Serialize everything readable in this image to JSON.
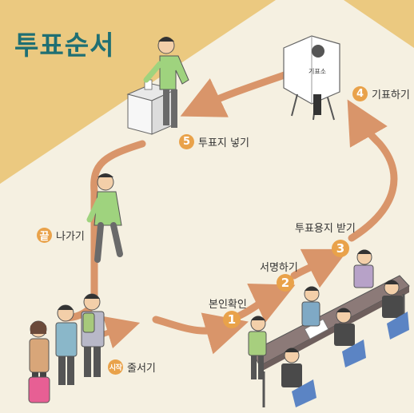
{
  "title": "투표순서",
  "steps": [
    {
      "number": "시작",
      "label": "줄서기"
    },
    {
      "number": "1",
      "label": "본인확인"
    },
    {
      "number": "2",
      "label": "서명하기"
    },
    {
      "number": "3",
      "label": "투표용지 받기"
    },
    {
      "number": "4",
      "label": "기표하기"
    },
    {
      "number": "5",
      "label": "투표지 넣기"
    },
    {
      "number": "끝",
      "label": "나가기"
    }
  ],
  "booth_sign": "기표소",
  "colors": {
    "background": "#f5f0e1",
    "accent_band": "#ebc980",
    "title": "#1f6f73",
    "badge": "#e9a24a",
    "path": "#d9956a"
  }
}
